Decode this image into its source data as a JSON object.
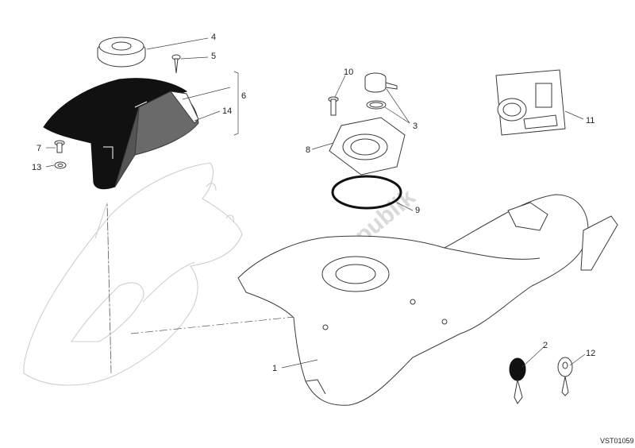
{
  "watermark": "PartsRepublik",
  "reference_code": "VST01059",
  "callouts": [
    {
      "id": "c1",
      "label": "1"
    },
    {
      "id": "c2",
      "label": "2"
    },
    {
      "id": "c3",
      "label": "3"
    },
    {
      "id": "c4",
      "label": "4"
    },
    {
      "id": "c5",
      "label": "5"
    },
    {
      "id": "c6",
      "label": "6"
    },
    {
      "id": "c7",
      "label": "7"
    },
    {
      "id": "c8",
      "label": "8"
    },
    {
      "id": "c9",
      "label": "9"
    },
    {
      "id": "c10",
      "label": "10"
    },
    {
      "id": "c11",
      "label": "11"
    },
    {
      "id": "c12",
      "label": "12"
    },
    {
      "id": "c13",
      "label": "13"
    },
    {
      "id": "c14",
      "label": "14"
    }
  ]
}
